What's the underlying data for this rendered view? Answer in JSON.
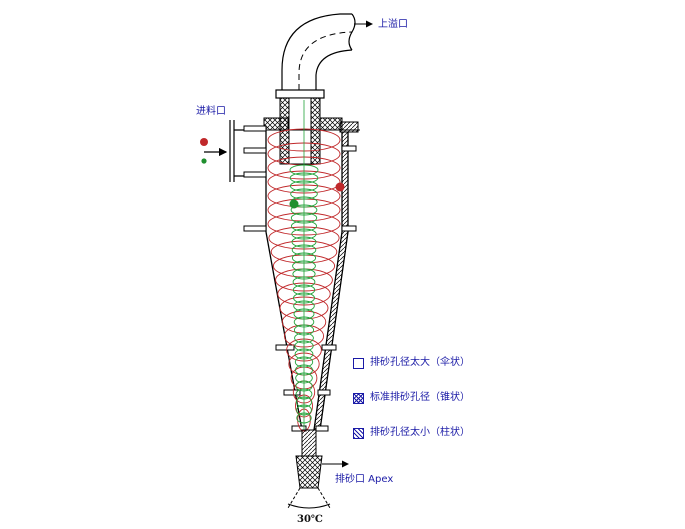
{
  "labels": {
    "overflow": "上溢口",
    "feed": "进料口",
    "underflow": "排砂口  Apex",
    "angle": "30℃"
  },
  "legend": [
    {
      "text": "排砂孔径太大（伞状）",
      "pattern": "blank"
    },
    {
      "text": "标准排砂孔径（锥状）",
      "pattern": "crosshatch"
    },
    {
      "text": "排砂孔径太小（柱状）",
      "pattern": "hatch"
    }
  ],
  "colors": {
    "outline": "#000000",
    "outer_vortex": "#c0282a",
    "inner_vortex": "#22a33a",
    "heavy_particle": "#c0282a",
    "light_particle": "#1f8f2e",
    "label_text": "#1a1aa6"
  }
}
